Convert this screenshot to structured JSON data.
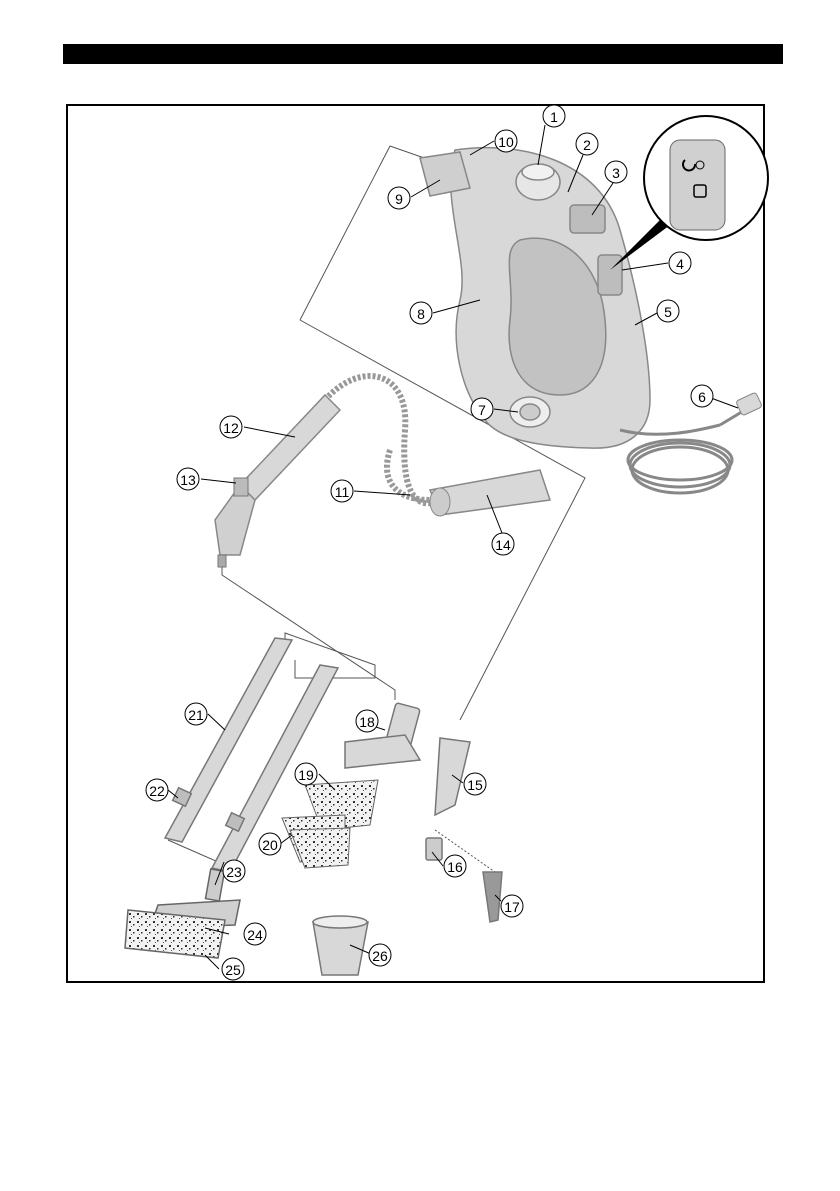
{
  "page": {
    "header_bar_color": "#000000",
    "outline_color": "#888888",
    "fill_color": "#d8d8d8"
  },
  "callouts": [
    "1",
    "2",
    "3",
    "4",
    "5",
    "6",
    "7",
    "8",
    "9",
    "10",
    "11",
    "12",
    "13",
    "14",
    "15",
    "16",
    "17",
    "18",
    "19",
    "20",
    "21",
    "22",
    "23",
    "24",
    "25",
    "26"
  ]
}
